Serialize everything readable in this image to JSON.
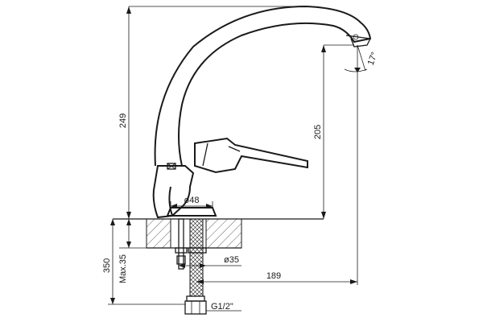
{
  "dimensions": {
    "total_height": "249",
    "outlet_height": "205",
    "reach": "189",
    "base_diameter": "ø48",
    "shank_diameter": "ø35",
    "max_deck_thickness": "Max.35",
    "hose_length": "350",
    "spout_angle": "17°",
    "connection_thread": "G1/2\""
  }
}
